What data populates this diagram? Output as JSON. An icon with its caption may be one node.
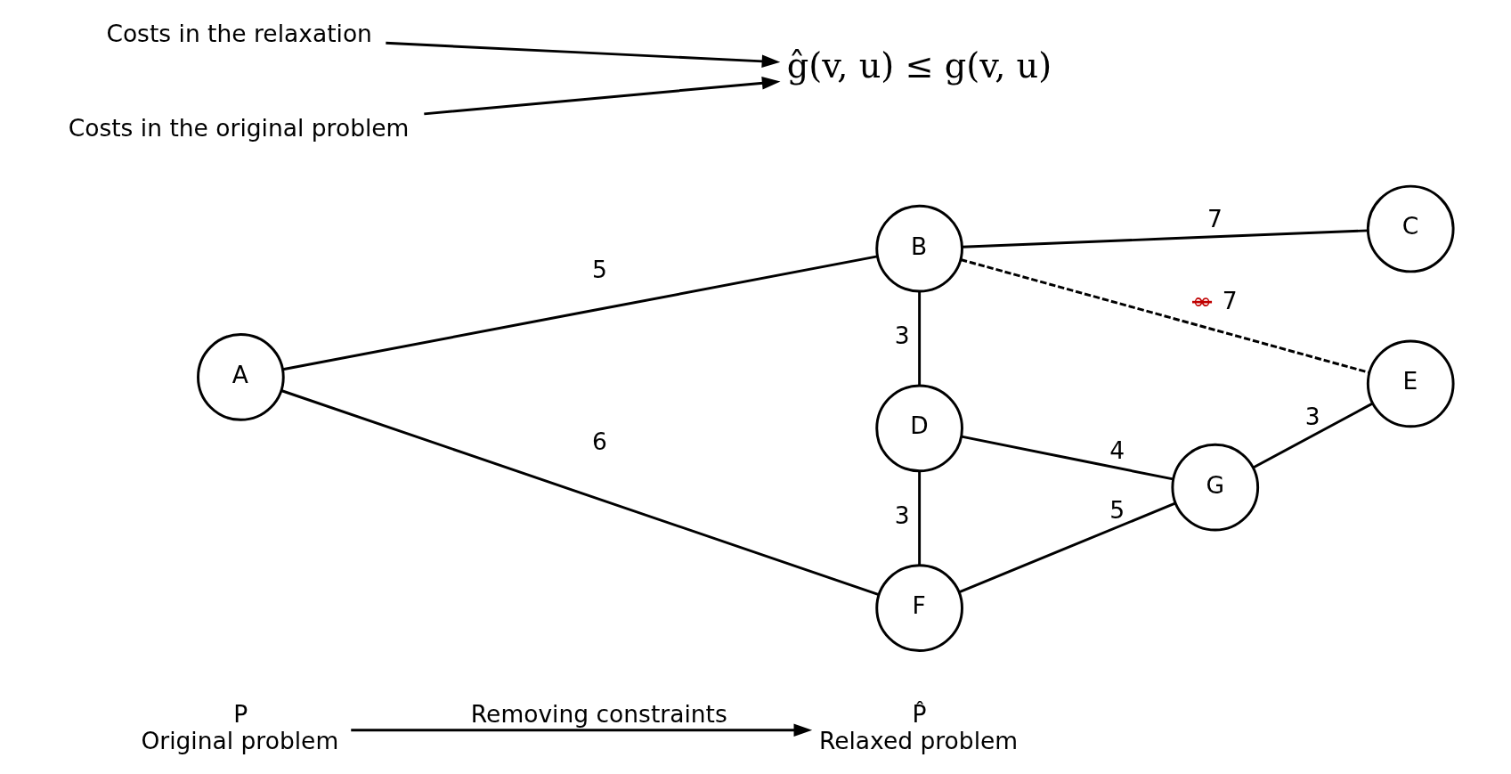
{
  "diagram": {
    "nodes": [
      {
        "text": [
          "P",
          "Original problem"
        ]
      },
      {
        "text": [
          "P̂",
          "Relaxed problem"
        ]
      },
      {
        "text": [
          "A"
        ]
      },
      {
        "text": [
          "B"
        ]
      },
      {
        "text": [
          "C"
        ]
      },
      {
        "text": [
          "D"
        ]
      },
      {
        "text": [
          "E"
        ]
      },
      {
        "text": [
          "F"
        ]
      },
      {
        "text": [
          "G"
        ]
      },
      {
        "text": [
          "ĝ(v, u) ≤ g(v, u)"
        ]
      },
      {
        "text": [
          "Costs in the relaxation"
        ]
      },
      {
        "text": [
          "Costs in the original problem"
        ]
      }
    ],
    "edges": [
      {
        "from": 0,
        "to": 1,
        "arrow": "to",
        "label": "Removing constraints"
      },
      {
        "from": 2,
        "to": 3,
        "arrow": "none",
        "label": "5"
      },
      {
        "from": 3,
        "to": 4,
        "arrow": "none",
        "label": "7"
      },
      {
        "from": 3,
        "to": 5,
        "arrow": "none",
        "label": "3"
      },
      {
        "from": 3,
        "to": 6,
        "arrow": "none",
        "label": "∞ 7",
        "style": "dashed"
      },
      {
        "from": 2,
        "to": 7,
        "arrow": "none",
        "label": "6"
      },
      {
        "from": 5,
        "to": 7,
        "arrow": "none",
        "label": "3"
      },
      {
        "from": 5,
        "to": 8,
        "arrow": "none",
        "label": "4"
      },
      {
        "from": 7,
        "to": 8,
        "arrow": "none",
        "label": "5"
      },
      {
        "from": 8,
        "to": 6,
        "arrow": "none",
        "label": "3"
      },
      {
        "from": 10,
        "to": 9,
        "arrow": "to"
      },
      {
        "from": 11,
        "to": 9,
        "arrow": "to"
      }
    ]
  }
}
